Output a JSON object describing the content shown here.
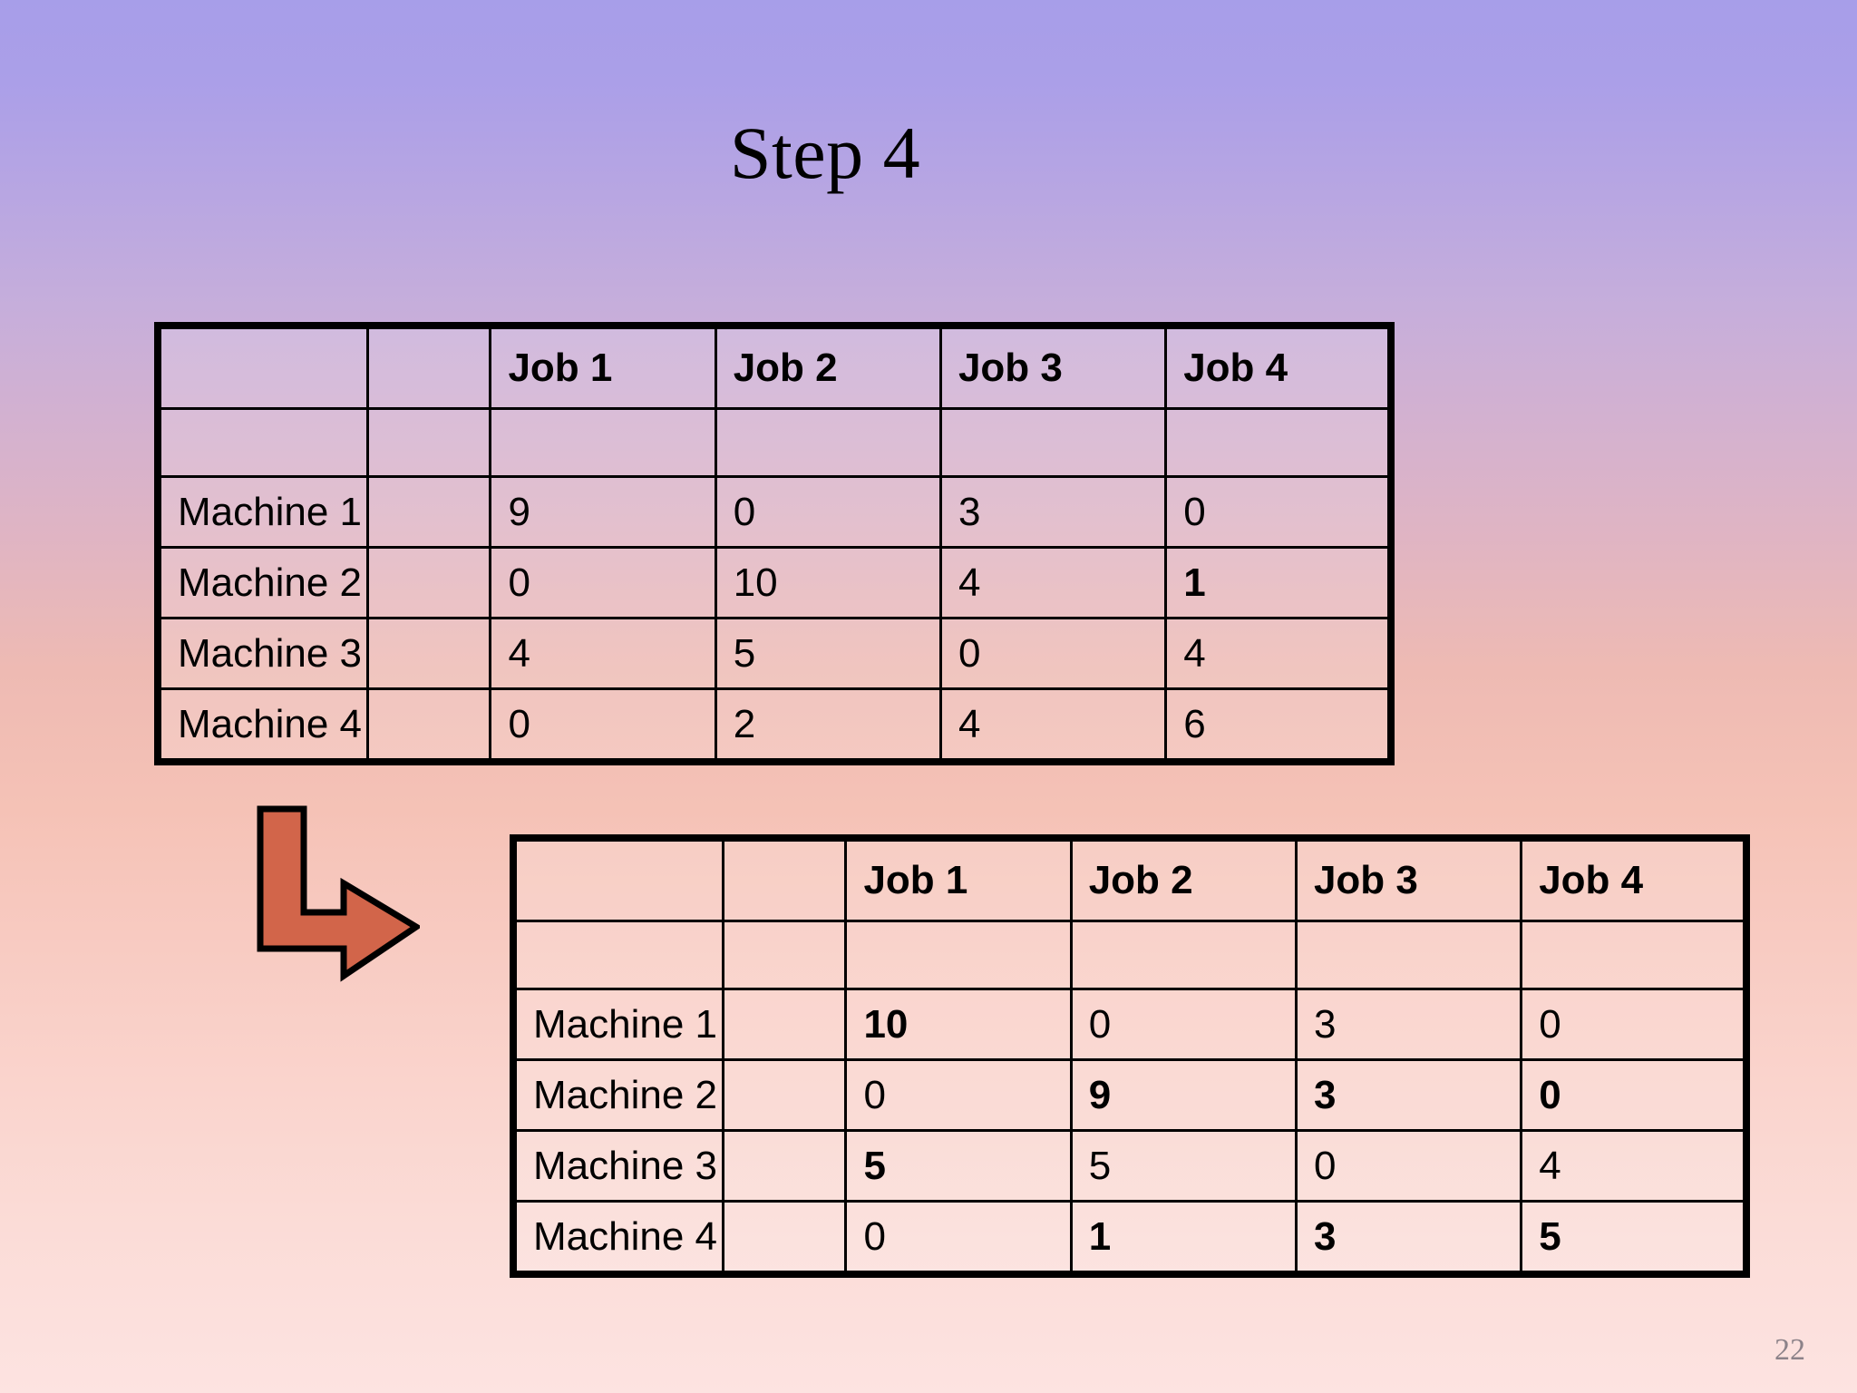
{
  "slide": {
    "title": "Step 4",
    "page_number": "22",
    "background_top_color": "#a79ee9",
    "background_bottom_color": "#fde3e1"
  },
  "arrow": {
    "name": "bent-arrow-down-right",
    "fill_color": "#d2654a",
    "stroke_color": "#000000"
  },
  "colors": {
    "normal": "#000000",
    "cyan_highlight": "#29a9e0",
    "green_highlight": "#0ca87a",
    "olive_highlight": "#8a7718"
  },
  "chart_data": {
    "type": "table",
    "title": "Step 4",
    "tables": [
      {
        "name": "cost-matrix-before",
        "columns": [
          "",
          "",
          "Job 1",
          "Job 2",
          "Job 3",
          "Job 4"
        ],
        "blank_row": true,
        "rows": [
          {
            "label": "Machine 1",
            "blank": "",
            "values": [
              "9",
              "0",
              "3",
              "0"
            ],
            "styles": [
              "normal",
              "normal",
              "normal",
              "normal"
            ]
          },
          {
            "label": "Machine 2",
            "blank": "",
            "values": [
              "0",
              "10",
              "4",
              "1"
            ],
            "styles": [
              "normal",
              "normal",
              "normal",
              "cyan"
            ]
          },
          {
            "label": "Machine 3",
            "blank": "",
            "values": [
              "4",
              "5",
              "0",
              "4"
            ],
            "styles": [
              "normal",
              "normal",
              "normal",
              "normal"
            ]
          },
          {
            "label": "Machine 4",
            "blank": "",
            "values": [
              "0",
              "2",
              "4",
              "6"
            ],
            "styles": [
              "normal",
              "normal",
              "normal",
              "normal"
            ]
          }
        ]
      },
      {
        "name": "cost-matrix-after",
        "columns": [
          "",
          "",
          "Job 1",
          "Job 2",
          "Job 3",
          "Job 4"
        ],
        "blank_row": true,
        "rows": [
          {
            "label": "Machine 1",
            "blank": "",
            "values": [
              "10",
              "0",
              "3",
              "0"
            ],
            "styles": [
              "green",
              "normal",
              "normal",
              "normal"
            ]
          },
          {
            "label": "Machine 2",
            "blank": "",
            "values": [
              "0",
              "9",
              "3",
              "0"
            ],
            "styles": [
              "normal",
              "olive",
              "olive",
              "olive"
            ]
          },
          {
            "label": "Machine 3",
            "blank": "",
            "values": [
              "5",
              "5",
              "0",
              "4"
            ],
            "styles": [
              "green",
              "normal",
              "normal",
              "normal"
            ]
          },
          {
            "label": "Machine 4",
            "blank": "",
            "values": [
              "0",
              "1",
              "3",
              "5"
            ],
            "styles": [
              "normal",
              "olive",
              "olive",
              "olive"
            ]
          }
        ]
      }
    ]
  }
}
